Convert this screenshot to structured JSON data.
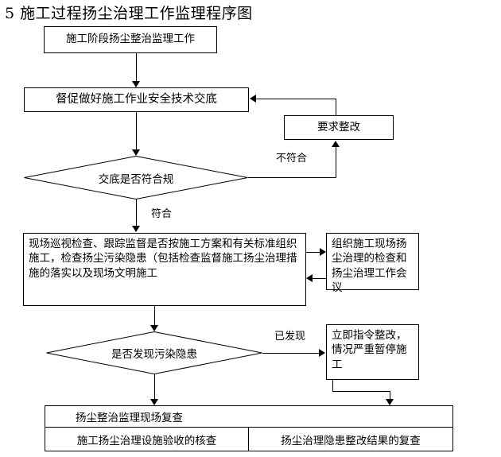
{
  "page": {
    "title": "5  施工过程扬尘治理工作监理程序图",
    "background": "#ffffff",
    "line_color": "#000000"
  },
  "flowchart": {
    "type": "process-flow-diagram",
    "nodes": {
      "start": {
        "label": "施工阶段扬尘整治监理工作",
        "shape": "rectangle"
      },
      "disclosure": {
        "label": "督促做好施工作业安全技术交底",
        "shape": "rectangle"
      },
      "rectify_request": {
        "label": "要求整改",
        "shape": "rectangle"
      },
      "decision_compliance": {
        "label": "交底是否符合规",
        "shape": "diamond"
      },
      "site_inspection": {
        "label": "现场巡视检查、跟踪监督是否按施工方案和有关标准组织施工，检查扬尘污染隐患（包括检查监督施工扬尘治理措施的落实以及现场文明施工",
        "shape": "rectangle"
      },
      "organize_meeting": {
        "label": "组织施工现场扬尘治理的检查和扬尘治理工作会议",
        "shape": "rectangle"
      },
      "decision_hazard": {
        "label": "是否发现污染隐患",
        "shape": "diamond"
      },
      "immediate_order": {
        "label": "立即指令整改，情况严重暂停施工",
        "shape": "rectangle"
      }
    },
    "edge_labels": {
      "non_compliant": "不符合",
      "compliant": "符合",
      "discovered": "已发现"
    },
    "bottom_table": {
      "header": "扬尘整治监理现场复查",
      "cells": [
        "施工扬尘治理设施验收的核查",
        "扬尘治理隐患整改结果的复查"
      ]
    }
  }
}
